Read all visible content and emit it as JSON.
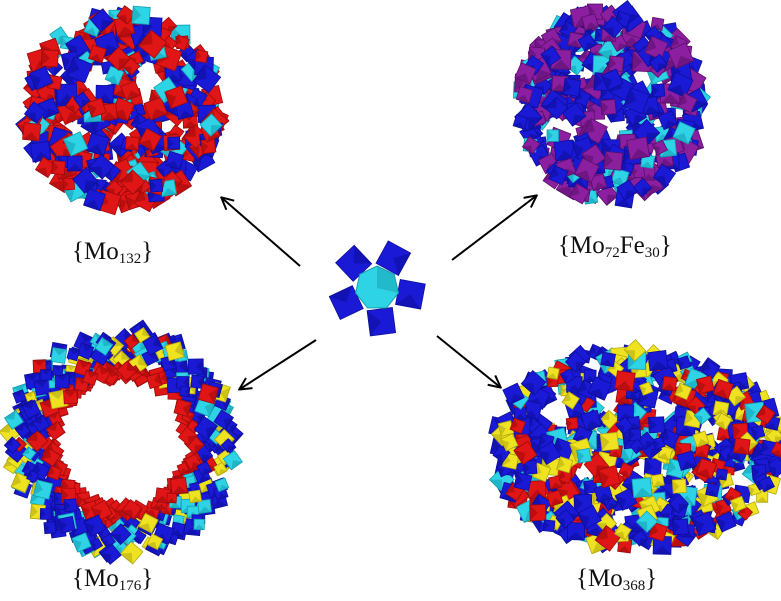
{
  "labels": {
    "mo132": {
      "base": "Mo",
      "sub": "132"
    },
    "mo72fe30": {
      "base1": "Mo",
      "sub1": "72",
      "base2": "Fe",
      "sub2": "30"
    },
    "mo176": {
      "base": "Mo",
      "sub": "176"
    },
    "mo368": {
      "base": "Mo",
      "sub": "368"
    }
  },
  "colors": {
    "blue": "#1a1ad6",
    "dark_blue": "#0e0e9a",
    "red": "#e01515",
    "dark_red": "#9c0b0b",
    "cyan": "#2ed3e6",
    "dark_cyan": "#159fb0",
    "purple": "#8b1fa0",
    "dark_purple": "#5a0f6b",
    "yellow": "#efe321",
    "dark_yellow": "#b3a80e",
    "arrow": "#000000"
  },
  "icons": {
    "center": "pentagonal-unit-icon",
    "top_left": "keplerate-mo132-icon",
    "top_right": "keplerate-mo72fe30-icon",
    "bottom_left": "wheel-mo176-icon",
    "bottom_right": "lemon-mo368-icon"
  }
}
